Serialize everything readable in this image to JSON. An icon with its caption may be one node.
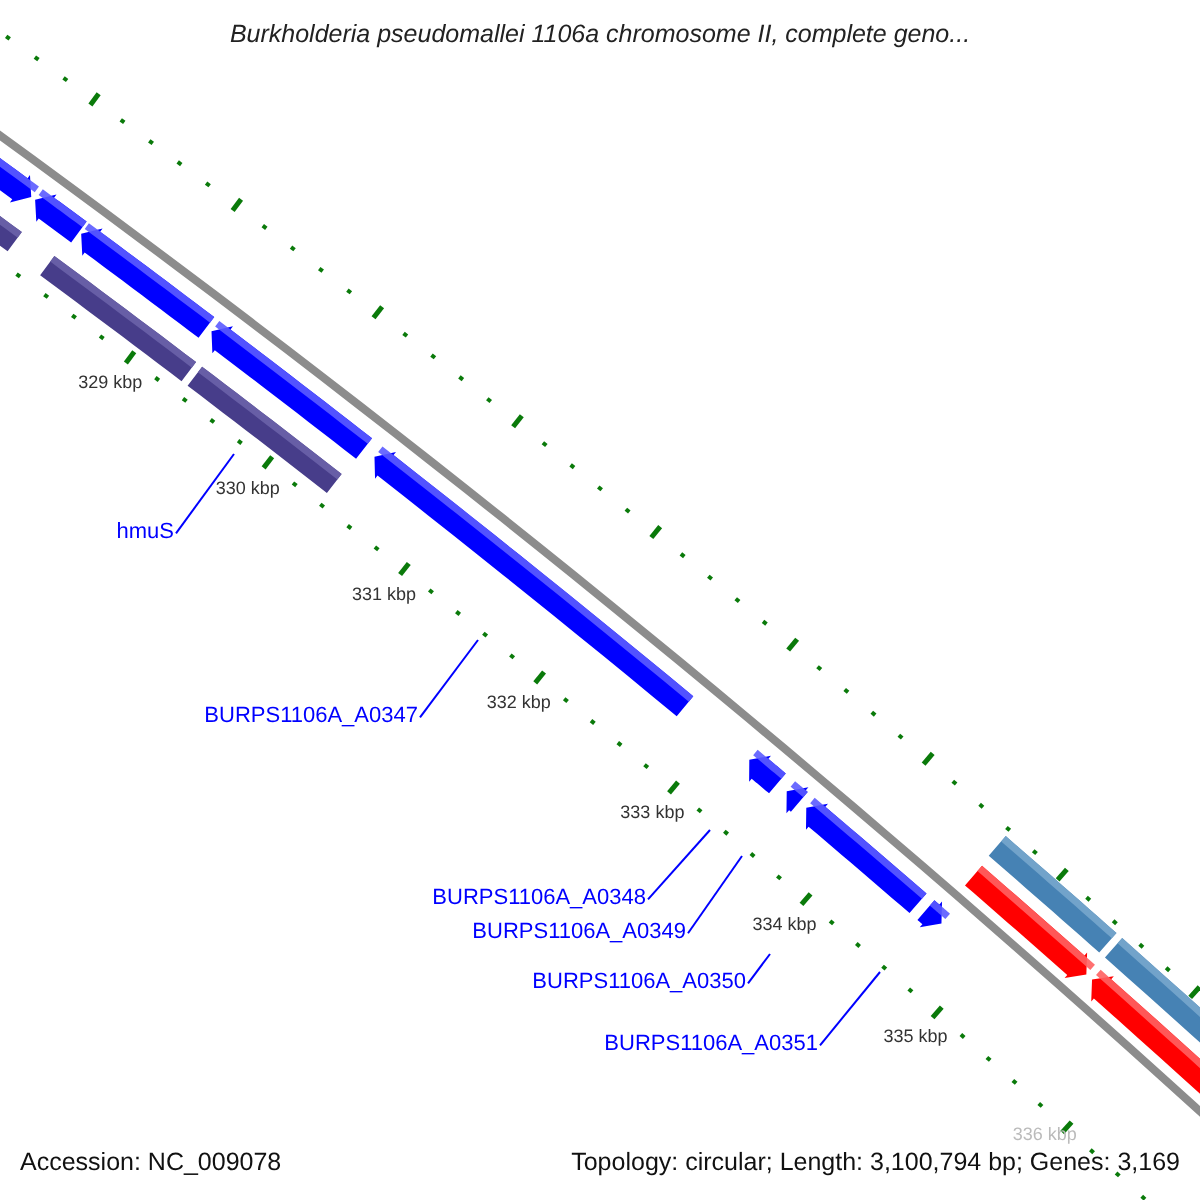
{
  "diagram": {
    "title": "Burkholderia pseudomallei 1106a chromosome II, complete geno...",
    "nodes": [
      {
        "text": [
          "hmuS"
        ]
      },
      {
        "text": [
          "BURPS1106A_A0347"
        ]
      },
      {
        "text": [
          "BURPS1106A_A0348"
        ]
      },
      {
        "text": [
          "BURPS1106A_A0349"
        ]
      },
      {
        "text": [
          "BURPS1106A_A0350"
        ]
      },
      {
        "text": [
          "BURPS1106A_A0351"
        ]
      }
    ],
    "edges": [
      {
        "from": 0,
        "to": null,
        "arrow": "none"
      },
      {
        "from": 1,
        "to": null,
        "arrow": "none"
      },
      {
        "from": 2,
        "to": null,
        "arrow": "none"
      },
      {
        "from": 3,
        "to": null,
        "arrow": "none"
      },
      {
        "from": 4,
        "to": null,
        "arrow": "none"
      },
      {
        "from": 5,
        "to": null,
        "arrow": "none"
      }
    ],
    "labels": [
      "329 kbp",
      "330 kbp",
      "331 kbp",
      "332 kbp",
      "333 kbp",
      "334 kbp",
      "335 kbp",
      "336 kbp",
      "Accession: NC_009078",
      "Topology: circular; Length: 3,100,794 bp; Genes: 3,169"
    ]
  }
}
